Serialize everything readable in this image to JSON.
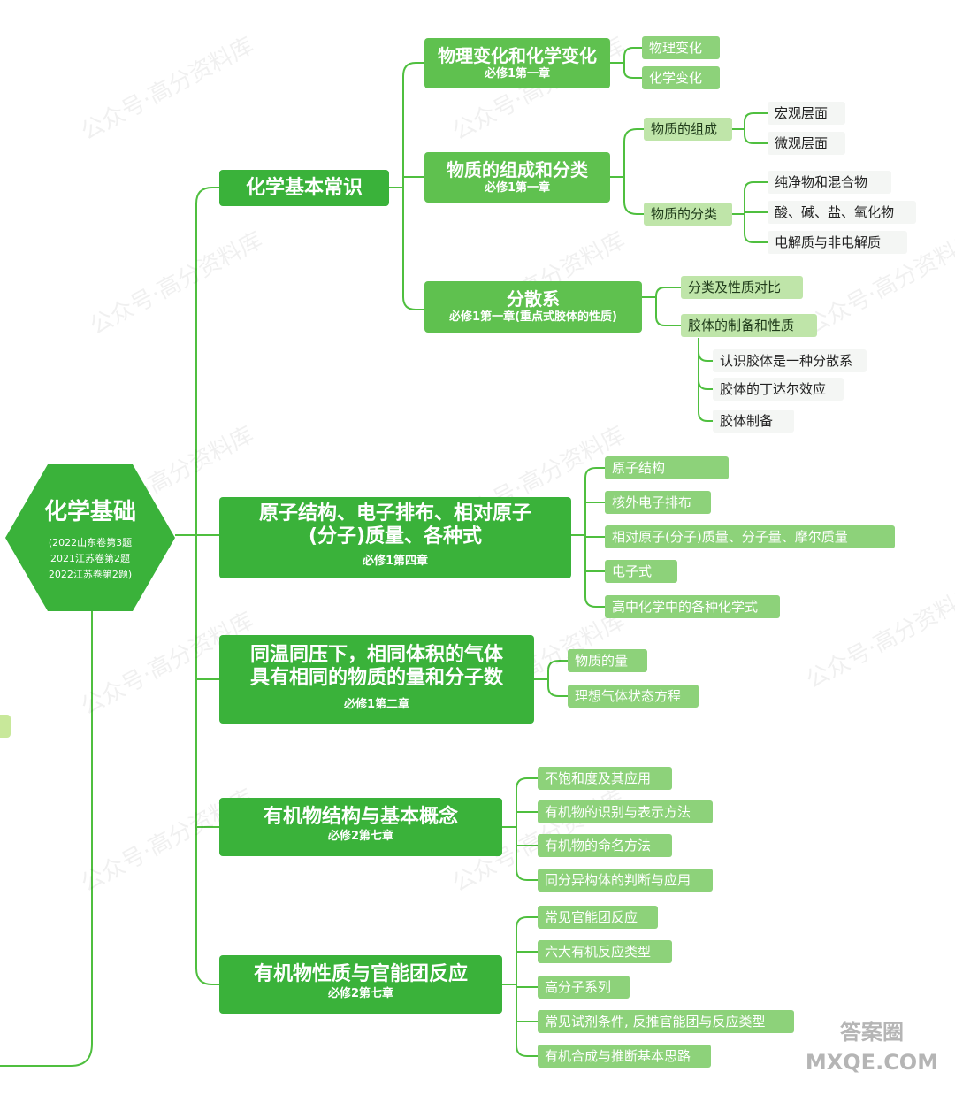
{
  "root": {
    "title": "化学基础",
    "exams": [
      "(2022山东卷第3题",
      "2021江苏卷第2题",
      "2022江苏卷第2题)"
    ]
  },
  "branches": [
    {
      "title": "化学基本常识",
      "children": [
        {
          "title": "物理变化和化学变化",
          "note": "必修1第一章",
          "items": [
            "物理变化",
            "化学变化"
          ]
        },
        {
          "title": "物质的组成和分类",
          "note": "必修1第一章",
          "groups": [
            {
              "label": "物质的组成",
              "items": [
                "宏观层面",
                "微观层面"
              ]
            },
            {
              "label": "物质的分类",
              "items": [
                "纯净物和混合物",
                "酸、碱、盐、氧化物",
                "电解质与非电解质"
              ]
            }
          ]
        },
        {
          "title": "分散系",
          "note": "必修1第一章(重点式胶体的性质)",
          "items": [
            "分类及性质对比",
            "胶体的制备和性质"
          ],
          "colloid_items": [
            "认识胶体是一种分散系",
            "胶体的丁达尔效应",
            "胶体制备"
          ]
        }
      ]
    },
    {
      "title_lines": [
        "原子结构、电子排布、相对原子",
        "(分子)质量、各种式"
      ],
      "note": "必修1第四章",
      "items": [
        "原子结构",
        "核外电子排布",
        "相对原子(分子)质量、分子量、摩尔质量",
        "电子式",
        "高中化学中的各种化学式"
      ]
    },
    {
      "title_lines": [
        "同温同压下，相同体积的气体",
        "具有相同的物质的量和分子数"
      ],
      "note": "必修1第二章",
      "items": [
        "物质的量",
        "理想气体状态方程"
      ]
    },
    {
      "title": "有机物结构与基本概念",
      "note": "必修2第七章",
      "items": [
        "不饱和度及其应用",
        "有机物的识别与表示方法",
        "有机物的命名方法",
        "同分异构体的判断与应用"
      ]
    },
    {
      "title": "有机物性质与官能团反应",
      "note": "必修2第七章",
      "items": [
        "常见官能团反应",
        "六大有机反应类型",
        "高分子系列",
        "常见试剂条件, 反推官能团与反应类型",
        "有机合成与推断基本思路"
      ]
    }
  ],
  "watermark": "公众号·高分资料库",
  "corner_logo": "答案圈 MXQE.COM",
  "colors": {
    "dark": "#3ab23a",
    "mid": "#5fc14f",
    "light": "#8dd27a",
    "pale": "#f4f6f4",
    "line": "#4fbf3f"
  }
}
